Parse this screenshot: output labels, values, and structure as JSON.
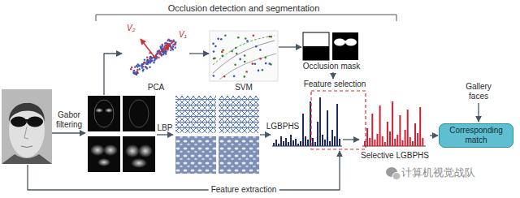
{
  "diagram": {
    "nodes": [
      {
        "text": [
          "V₂",
          "V₁",
          "PCA"
        ]
      },
      {
        "text": [
          "SVM"
        ]
      },
      {
        "text": [
          "Occlusion mask"
        ]
      },
      {
        "text": [
          "Selective LGBPHS"
        ]
      },
      {
        "text": [
          "Corresponding match"
        ]
      }
    ],
    "edges": [
      {
        "from": 0,
        "to": 1,
        "arrow": "to"
      },
      {
        "from": 1,
        "to": 2,
        "arrow": "to"
      },
      {
        "from": 3,
        "to": 4,
        "arrow": "to"
      }
    ],
    "labels": [
      "Occlusion detection and segmentation",
      "Gabor filtering",
      "LBP",
      "LGBPHS",
      "Feature selection",
      "Gallery faces",
      "Feature extraction",
      "计算机视觉战队"
    ]
  }
}
